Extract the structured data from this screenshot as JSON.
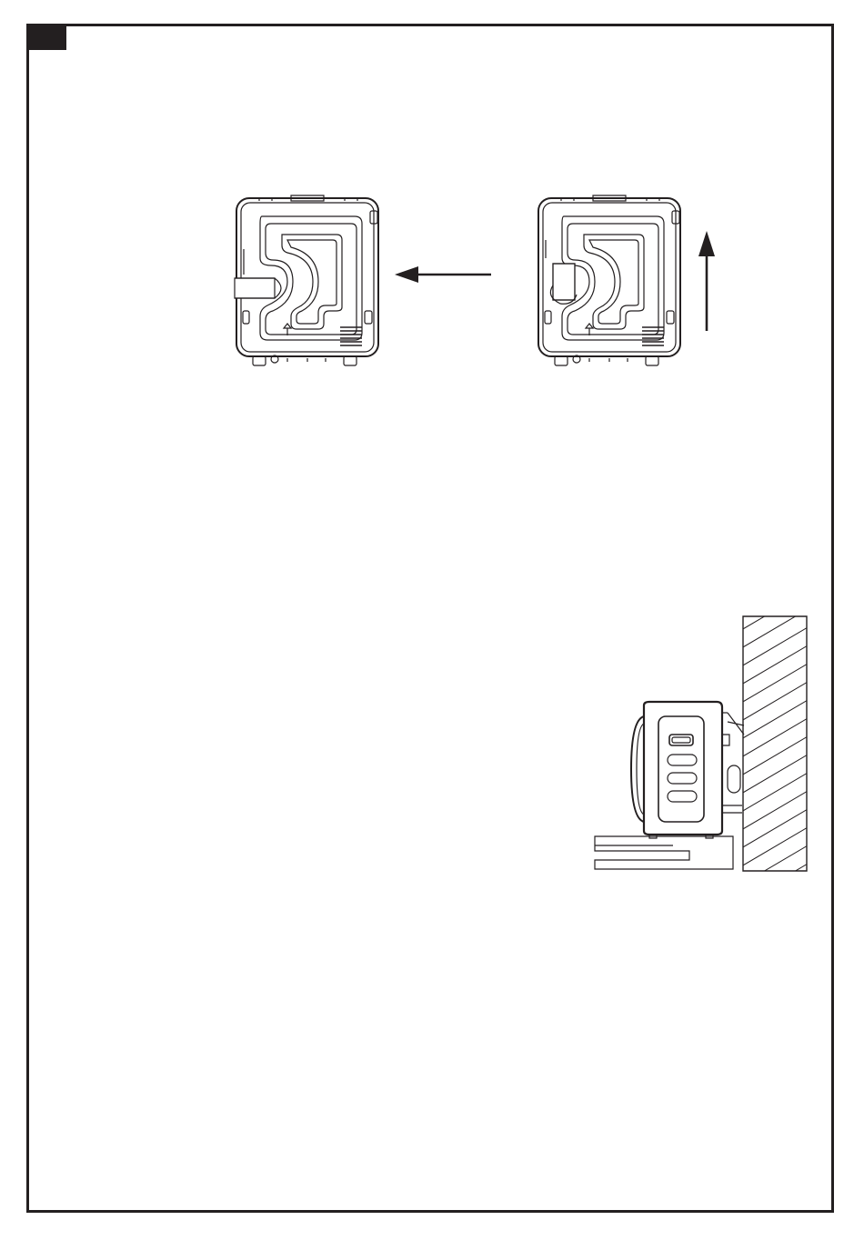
{
  "page": {
    "section_tab": "",
    "colors": {
      "ink": "#231f20",
      "paper": "#ffffff"
    }
  },
  "figures": [
    {
      "name": "dryer-back-view-vent-left",
      "icon": "dryer-rear-panel-icon"
    },
    {
      "name": "direction-arrow-left",
      "icon": "arrow-left-icon"
    },
    {
      "name": "dryer-back-view-vent-up",
      "icon": "dryer-rear-panel-icon"
    },
    {
      "name": "direction-arrow-up",
      "icon": "arrow-up-icon"
    },
    {
      "name": "dryer-side-view-wall-mounted",
      "icon": "dryer-side-wall-icon"
    }
  ]
}
